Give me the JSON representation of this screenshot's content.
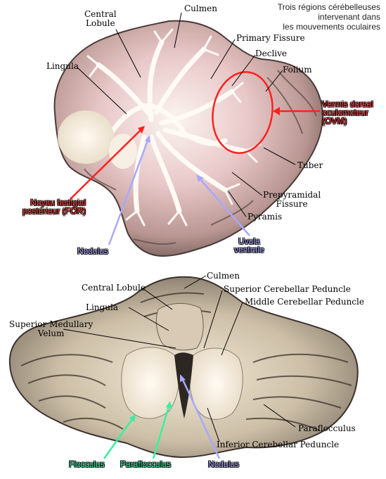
{
  "title_lines": [
    "Trois régions cérébelleuses",
    "intervenant dans",
    "les mouvements oculaires"
  ],
  "top_labels": {
    "central_lobule": [
      "Central",
      "Lobule"
    ],
    "culmen": "Culmen",
    "lingula": "Lingula",
    "primary_fissure": "Primary Fissure",
    "declive": "Declive",
    "folium": "Folium",
    "tuber": "Tuber",
    "prepyramidal_fissure": [
      "Prepyramidal",
      "Fissure"
    ],
    "pyramis": "Pyramis"
  },
  "top_annotations": {
    "vermis": [
      "Vermis dorsal",
      "oculomoteur",
      "(OVM)"
    ],
    "noyau": [
      "Noyau fastigial",
      "postérieur (FOR)"
    ],
    "nodulus": "Nodulus",
    "uvula": [
      "Uvula",
      "ventrale"
    ]
  },
  "bottom_labels": {
    "culmen": "Culmen",
    "central_lobule": "Central Lobule",
    "superior_cerebellar_peduncle": "Superior Cerebellar Peduncle",
    "lingula": "Lingula",
    "middle_cerebellar_peduncle": "Middle Cerebellar Peduncle",
    "superior_medullary_velum": [
      "Superior Medullary",
      "Velum"
    ],
    "paraflocculus": "Paraflocculus",
    "inferior_cerebellar_peduncle": "Inferior Cerebellar Peduncle"
  },
  "bottom_annotations": {
    "flocculus": "Flocculus",
    "paraflocculus": "Paraflocculus",
    "nodulus": "Nodulus"
  },
  "colors": {
    "background": "#ffffff",
    "red": "#ff2020",
    "blue": "#a8a8ff",
    "green": "#38f0a0",
    "tissue_white": "#f4ede0",
    "tissue_pink": "#d9b7b7",
    "tissue_dark": "#5a4a48"
  }
}
